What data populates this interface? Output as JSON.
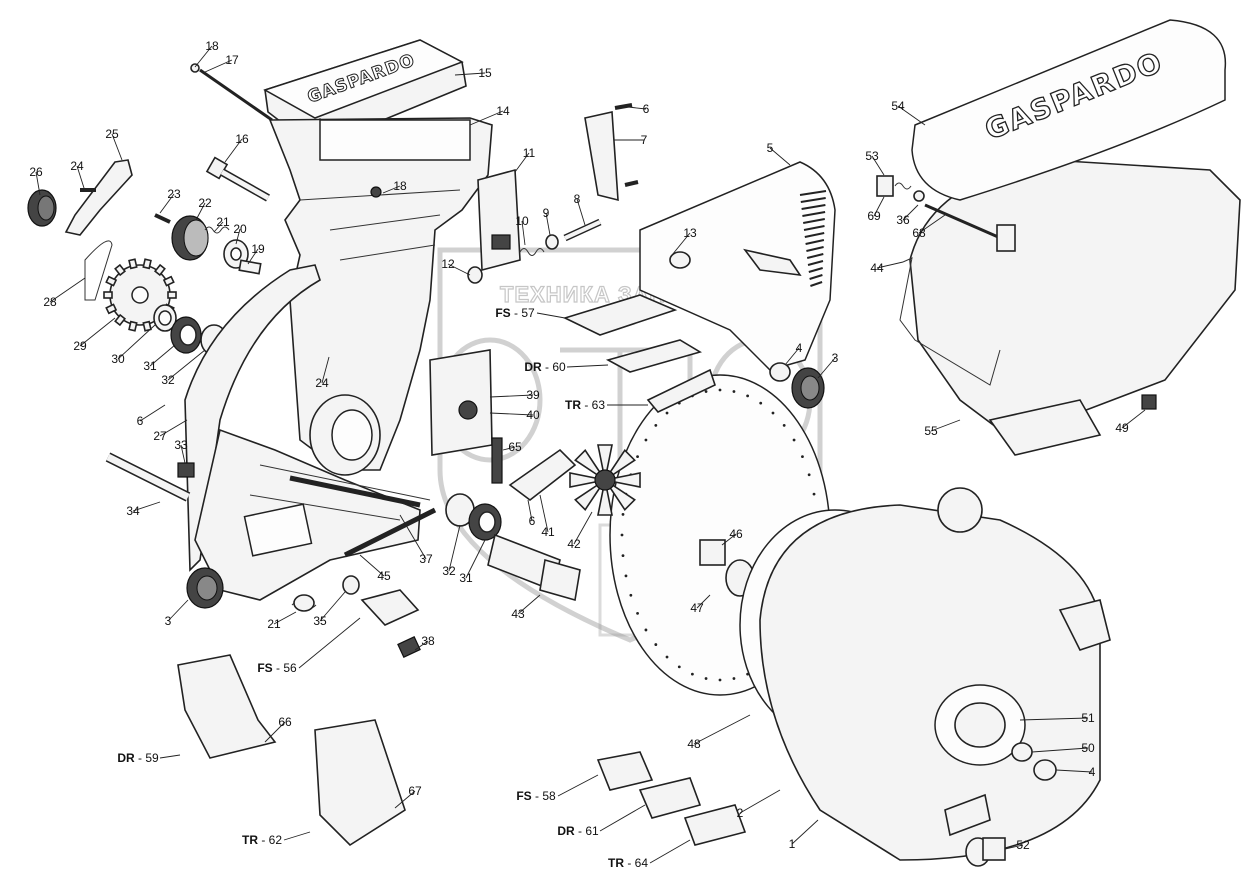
{
  "brand": "GASPARDO",
  "watermark": {
    "text": "ТЕХНИКА ЗАПЧАСТИ",
    "logo": "ЭПФ"
  },
  "labels": [
    {
      "id": "l18a",
      "text": "18"
    },
    {
      "id": "l17",
      "text": "17"
    },
    {
      "id": "l15",
      "text": "15"
    },
    {
      "id": "l14",
      "text": "14"
    },
    {
      "id": "l16",
      "text": "16"
    },
    {
      "id": "l18b",
      "text": "18"
    },
    {
      "id": "l25",
      "text": "25"
    },
    {
      "id": "l26",
      "text": "26"
    },
    {
      "id": "l24a",
      "text": "24"
    },
    {
      "id": "l23",
      "text": "23"
    },
    {
      "id": "l22",
      "text": "22"
    },
    {
      "id": "l21a",
      "text": "21"
    },
    {
      "id": "l20",
      "text": "20"
    },
    {
      "id": "l19",
      "text": "19"
    },
    {
      "id": "l28",
      "text": "28"
    },
    {
      "id": "l29",
      "text": "29"
    },
    {
      "id": "l30",
      "text": "30"
    },
    {
      "id": "l31a",
      "text": "31"
    },
    {
      "id": "l32a",
      "text": "32"
    },
    {
      "id": "l24b",
      "text": "24"
    },
    {
      "id": "l6a",
      "text": "6"
    },
    {
      "id": "l27",
      "text": "27"
    },
    {
      "id": "l33",
      "text": "33"
    },
    {
      "id": "l34",
      "text": "34"
    },
    {
      "id": "l3a",
      "text": "3"
    },
    {
      "id": "l21b",
      "text": "21"
    },
    {
      "id": "l35",
      "text": "35"
    },
    {
      "id": "l38",
      "text": "38"
    },
    {
      "id": "l45",
      "text": "45"
    },
    {
      "id": "l37",
      "text": "37"
    },
    {
      "id": "l32b",
      "text": "32"
    },
    {
      "id": "l31b",
      "text": "31"
    },
    {
      "id": "l43",
      "text": "43"
    },
    {
      "id": "l41",
      "text": "41"
    },
    {
      "id": "l42",
      "text": "42"
    },
    {
      "id": "l6b",
      "text": "6"
    },
    {
      "id": "l11",
      "text": "11"
    },
    {
      "id": "l10",
      "text": "10"
    },
    {
      "id": "l9",
      "text": "9"
    },
    {
      "id": "l8",
      "text": "8"
    },
    {
      "id": "l12",
      "text": "12"
    },
    {
      "id": "l6c",
      "text": "6"
    },
    {
      "id": "l7",
      "text": "7"
    },
    {
      "id": "l5",
      "text": "5"
    },
    {
      "id": "l13",
      "text": "13"
    },
    {
      "id": "l4a",
      "text": "4"
    },
    {
      "id": "l3b",
      "text": "3"
    },
    {
      "id": "l39",
      "text": "39"
    },
    {
      "id": "l40",
      "text": "40"
    },
    {
      "id": "l65",
      "text": "65"
    },
    {
      "id": "l54",
      "text": "54"
    },
    {
      "id": "l53",
      "text": "53"
    },
    {
      "id": "l69",
      "text": "69"
    },
    {
      "id": "l36",
      "text": "36"
    },
    {
      "id": "l68",
      "text": "68"
    },
    {
      "id": "l44",
      "text": "44"
    },
    {
      "id": "l55",
      "text": "55"
    },
    {
      "id": "l49",
      "text": "49"
    },
    {
      "id": "l46",
      "text": "46"
    },
    {
      "id": "l47",
      "text": "47"
    },
    {
      "id": "l48",
      "text": "48"
    },
    {
      "id": "l51",
      "text": "51"
    },
    {
      "id": "l50",
      "text": "50"
    },
    {
      "id": "l4b",
      "text": "4"
    },
    {
      "id": "l2",
      "text": "2"
    },
    {
      "id": "l1",
      "text": "1"
    },
    {
      "id": "l52",
      "text": "52"
    },
    {
      "id": "l66",
      "text": "66"
    },
    {
      "id": "l67",
      "text": "67"
    }
  ],
  "variant_labels": [
    {
      "id": "v57",
      "prefix": "FS",
      "num": "57"
    },
    {
      "id": "v60",
      "prefix": "DR",
      "num": "60"
    },
    {
      "id": "v63",
      "prefix": "TR",
      "num": "63"
    },
    {
      "id": "v56",
      "prefix": "FS",
      "num": "56"
    },
    {
      "id": "v59",
      "prefix": "DR",
      "num": "59"
    },
    {
      "id": "v62",
      "prefix": "TR",
      "num": "62"
    },
    {
      "id": "v58",
      "prefix": "FS",
      "num": "58"
    },
    {
      "id": "v61",
      "prefix": "DR",
      "num": "61"
    },
    {
      "id": "v64",
      "prefix": "TR",
      "num": "64"
    }
  ]
}
